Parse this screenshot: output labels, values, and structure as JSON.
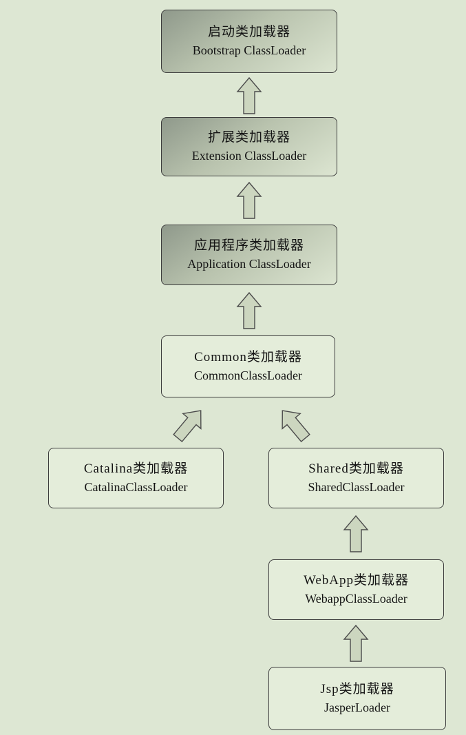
{
  "diagram": {
    "name": "tomcat-classloader-hierarchy",
    "nodes": [
      {
        "id": "bootstrap",
        "zh": "启动类加载器",
        "en": "Bootstrap ClassLoader"
      },
      {
        "id": "extension",
        "zh": "扩展类加载器",
        "en": "Extension ClassLoader"
      },
      {
        "id": "application",
        "zh": "应用程序类加载器",
        "en": "Application ClassLoader"
      },
      {
        "id": "common",
        "zh": "Common类加载器",
        "en": "CommonClassLoader"
      },
      {
        "id": "catalina",
        "zh": "Catalina类加载器",
        "en": "CatalinaClassLoader"
      },
      {
        "id": "shared",
        "zh": "Shared类加载器",
        "en": "SharedClassLoader"
      },
      {
        "id": "webapp",
        "zh": "WebApp类加载器",
        "en": "WebappClassLoader"
      },
      {
        "id": "jsp",
        "zh": "Jsp类加载器",
        "en": "JasperLoader"
      }
    ],
    "colors": {
      "background": "#dde7d3",
      "plain_fill": "#e4edda",
      "box_border": "#3c3c3c",
      "gradient_start": "#8f998b",
      "gradient_mid": "#b9c3ae",
      "gradient_end": "#dce5d1",
      "arrow_fill": "#ccd6bf",
      "arrow_border": "#4b4b4b"
    }
  }
}
